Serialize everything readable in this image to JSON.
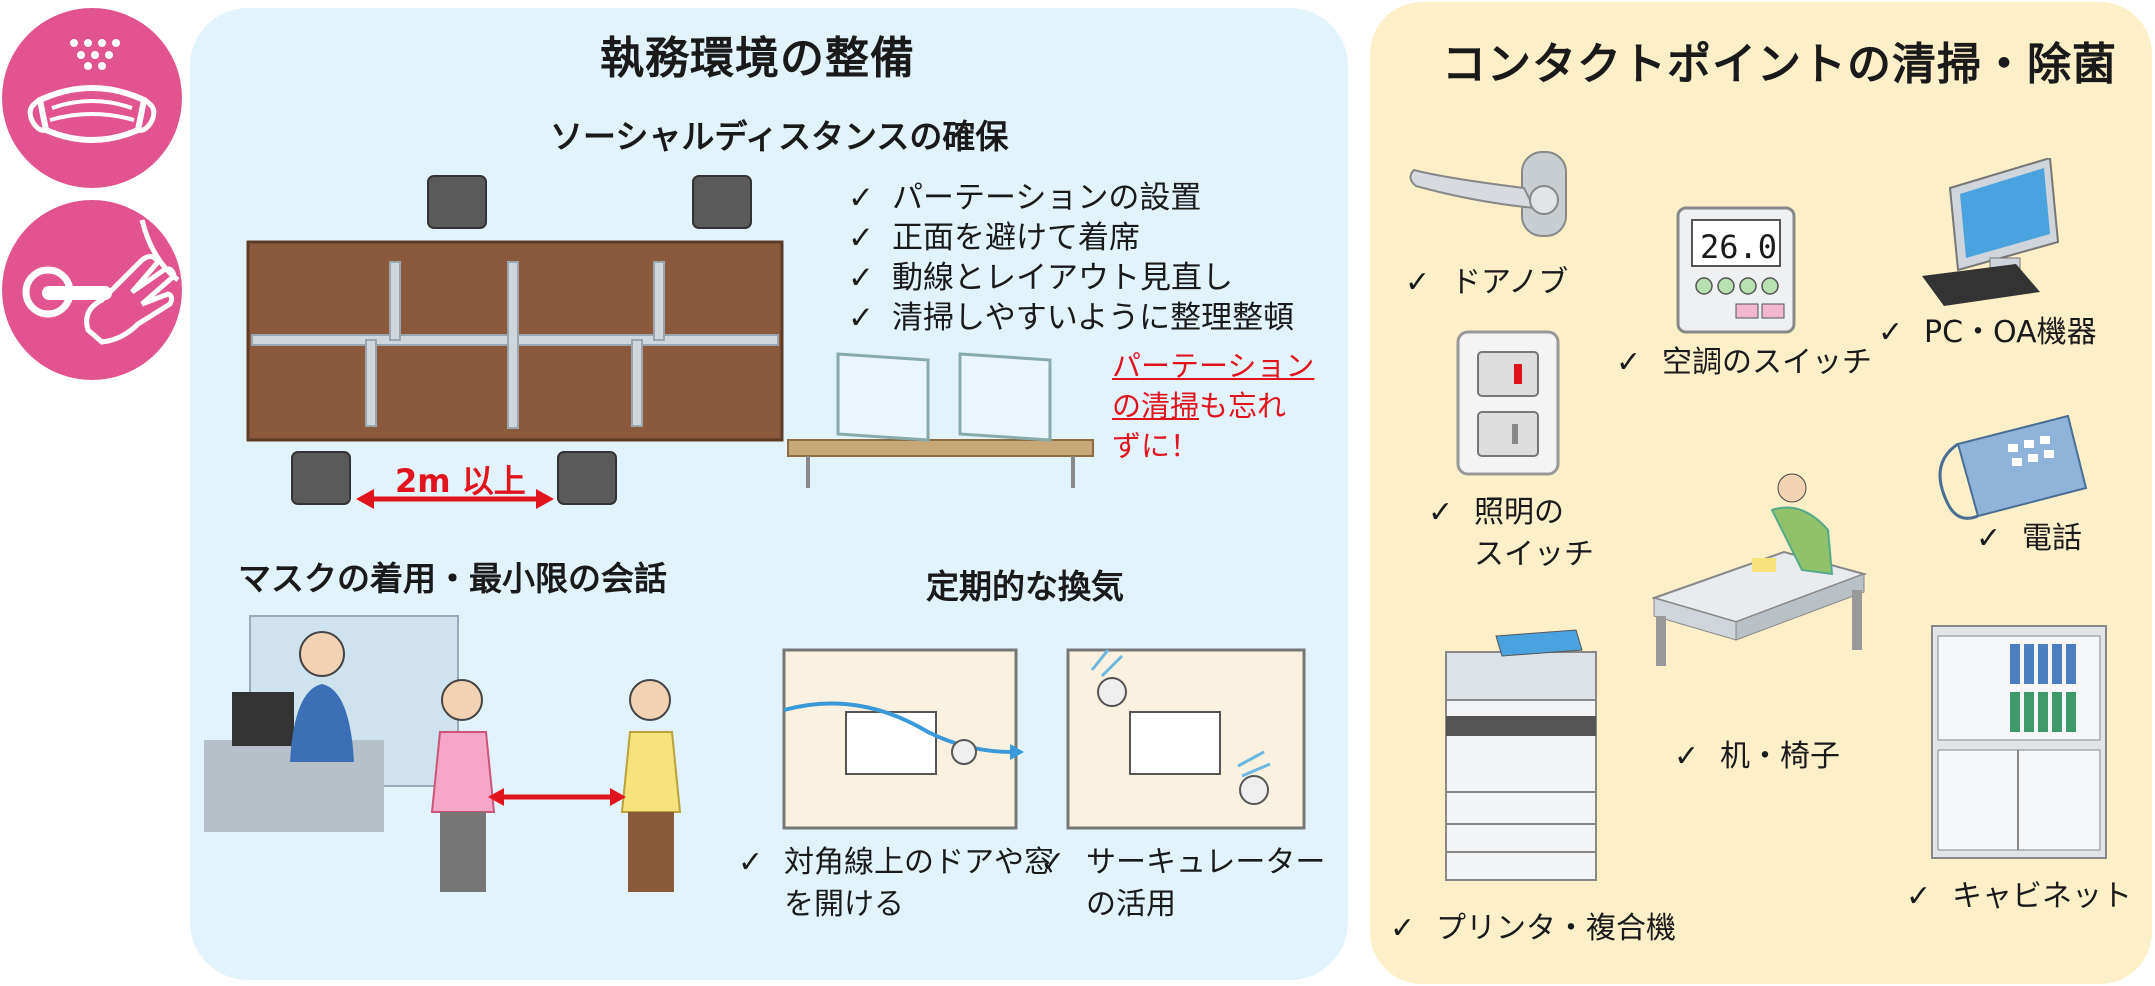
{
  "colors": {
    "pink_badge": "#e2548f",
    "left_panel": "#e3f3fc",
    "right_panel": "#fdefc7",
    "accent_red": "#e1141e",
    "desk_wood": "#8b5a3c"
  },
  "icons": [
    "mask-icon",
    "no-touch-hand-icon"
  ],
  "left": {
    "title": "執務環境の整備",
    "distance": {
      "heading": "ソーシャルディスタンスの確保",
      "checklist": [
        "パーテーションの設置",
        "正面を避けて着席",
        "動線とレイアウト見直し",
        "清掃しやすいように整理整頓"
      ],
      "note_underlined_1": "パーテーション",
      "note_underlined_2": "の清掃",
      "note_rest_1": "も忘れ",
      "note_rest_2": "ずに！",
      "measure_label": "2m 以上"
    },
    "mask": {
      "heading": "マスクの着用・最小限の会話"
    },
    "ventilation": {
      "heading": "定期的な換気",
      "item1_line1": "対角線上のドアや窓",
      "item1_line2": "を開ける",
      "item2_line1": "サーキュレーター",
      "item2_line2": "の活用"
    }
  },
  "right": {
    "title": "コンタクトポイントの清掃・除菌",
    "thermostat_display": "26.0",
    "items": {
      "doorknob": "ドアノブ",
      "ac_switch": "空調のスイッチ",
      "pc_oa": "PC・OA機器",
      "light_switch_1": "照明の",
      "light_switch_2": "スイッチ",
      "phone": "電話",
      "desk_chair": "机・椅子",
      "printer": "プリンタ・複合機",
      "cabinet": "キャビネット"
    },
    "check_mark": "✓"
  }
}
